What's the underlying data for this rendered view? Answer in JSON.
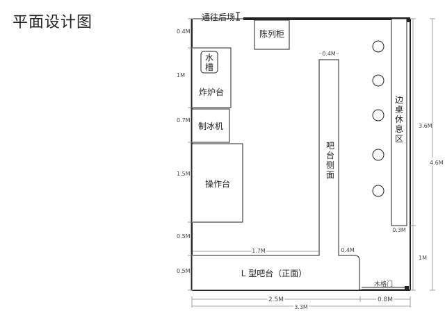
{
  "page_title": "平面设计图",
  "labels": {
    "back_passage": "通往后场",
    "display_cabinet": "陈列柜",
    "sink": "水槽",
    "stove": "炸炉台",
    "ice_machine": "制冰机",
    "work_counter": "操作台",
    "bar_side": "吧台侧面",
    "side_table_area": "边桌休息区",
    "l_bar_front": "L 型吧台（正面）",
    "wood_lattice_door": "木格门"
  },
  "dimensions": {
    "left": [
      "0.4M",
      "1M",
      "0.7M",
      "1.5M",
      "0.5M",
      "0.5M"
    ],
    "bar_top_width": "0.4M",
    "bar_inner_length": "1.7M",
    "bar_corner_width": "0.4M",
    "side_table_width": "0.3M",
    "right_upper": "3.6M",
    "right_lower": "1M",
    "right_total": "4.6M",
    "bottom_left": "2.5M",
    "bottom_right": "0.8M",
    "bottom_total": "3.3M"
  },
  "stools": 5,
  "colors": {
    "line": "#222222",
    "dim_line": "#888888"
  }
}
